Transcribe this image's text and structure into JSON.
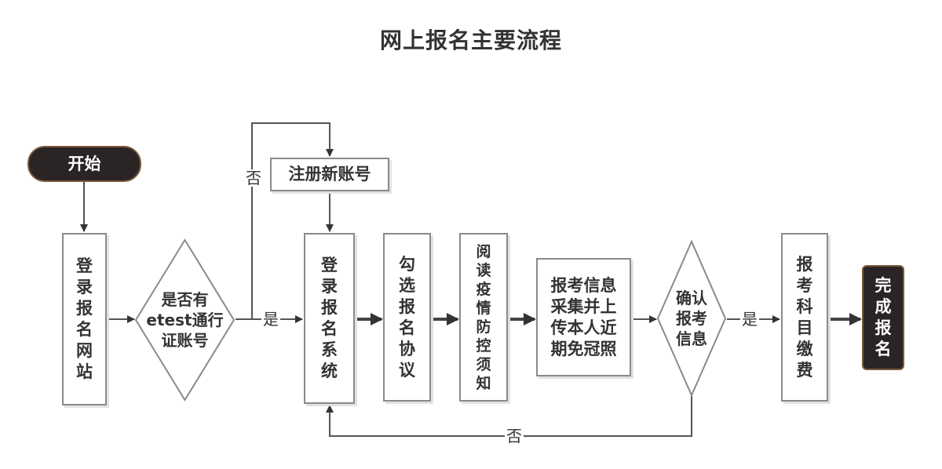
{
  "title": "网上报名主要流程",
  "nodes": {
    "start": "开始",
    "login_site": "登\n录\n报\n名\n网\n站",
    "has_account": "是否有\netest通行\n证账号",
    "register": "注册新账号",
    "login_system": "登\n录\n报\n名\n系\n统",
    "check_agreement": "勾\n选\n报\n名\n协\n议",
    "read_notice": "阅\n读\n疫\n情\n防\n控\n须\n知",
    "collect_info": "报考信息\n采集并上\n传本人近\n期免冠照",
    "confirm_info": "确认\n报考\n信息",
    "pay_fee": "报\n考\n科\n目\n缴\n费",
    "finish": "完\n成\n报\n名"
  },
  "edge_labels": {
    "no_account": "否",
    "yes_account": "是",
    "confirm_yes": "是",
    "confirm_no": "否"
  }
}
